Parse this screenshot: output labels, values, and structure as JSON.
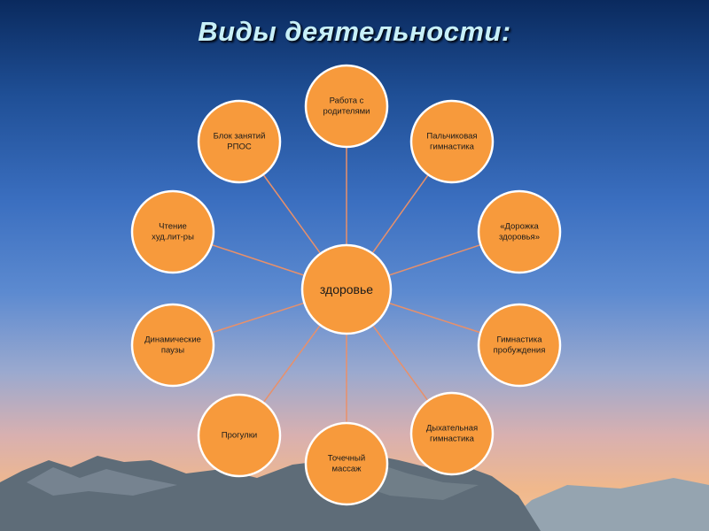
{
  "title": "Виды деятельности:",
  "colors": {
    "node_fill": "#f79a3c",
    "node_stroke": "#ffffff",
    "connector": "#e8906a",
    "mountain_dark": "#5c6a76",
    "mountain_light": "#8a98a4"
  },
  "diagram": {
    "center": {
      "label": [
        "здоровье"
      ]
    },
    "nodes": [
      {
        "id": "rabota-s-roditelyami",
        "label": [
          "Работа с",
          "родителями"
        ]
      },
      {
        "id": "palchikovaya-gimnastika",
        "label": [
          "Пальчиковая",
          "гимнастика"
        ]
      },
      {
        "id": "dorozhka-zdorovya",
        "label": [
          "«Дорожка",
          "здоровья»"
        ]
      },
      {
        "id": "gimnastika-probuzhdeniya",
        "label": [
          "Гимнастика",
          "пробуждения"
        ]
      },
      {
        "id": "dykhatelnaya-gimnastika",
        "label": [
          "Дыхательная",
          "гимнастика"
        ]
      },
      {
        "id": "tochechny-massazh",
        "label": [
          "Точечный",
          "массаж"
        ]
      },
      {
        "id": "progulki",
        "label": [
          "Прогулки"
        ]
      },
      {
        "id": "dinamicheskie-pauzy",
        "label": [
          "Динамические",
          "паузы"
        ]
      },
      {
        "id": "chtenie-hud-lit",
        "label": [
          "Чтение",
          "худ.лит-ры"
        ]
      },
      {
        "id": "blok-zanyatiy-rpos",
        "label": [
          "Блок занятий",
          "РПОС"
        ]
      }
    ]
  }
}
